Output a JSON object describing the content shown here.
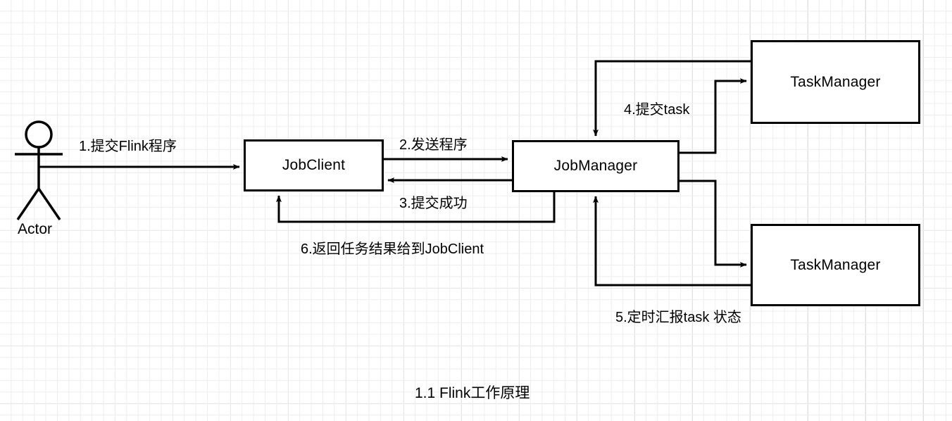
{
  "diagram": {
    "caption": "1.1 Flink工作原理",
    "stroke_color": "#000000",
    "background_color": "#ffffff",
    "grid_minor_color": "#eeeeee",
    "grid_major_color": "#d8d8d8",
    "actor": {
      "name": "actor",
      "label": "Actor"
    },
    "nodes": [
      {
        "id": "jobclient",
        "label": "JobClient"
      },
      {
        "id": "jobmanager",
        "label": "JobManager"
      },
      {
        "id": "taskmanager_top",
        "label": "TaskManager"
      },
      {
        "id": "taskmanager_bottom",
        "label": "TaskManager"
      }
    ],
    "edges": [
      {
        "id": "e1",
        "label": "1.提交Flink程序",
        "from": "actor",
        "to": "jobclient"
      },
      {
        "id": "e2",
        "label": "2.发送程序",
        "from": "jobclient",
        "to": "jobmanager"
      },
      {
        "id": "e3",
        "label": "3.提交成功",
        "from": "jobmanager",
        "to": "jobclient"
      },
      {
        "id": "e4",
        "label": "4.提交task",
        "from": "jobmanager",
        "to": "taskmanager_top"
      },
      {
        "id": "e5",
        "label": "5.定时汇报task 状态",
        "from": "taskmanager_bottom",
        "to": "jobmanager"
      },
      {
        "id": "e6",
        "label": "6.返回任务结果给到JobClient",
        "from": "jobmanager",
        "to": "jobclient"
      }
    ]
  }
}
